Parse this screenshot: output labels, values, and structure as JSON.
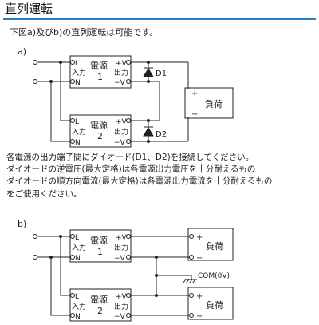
{
  "heading": {
    "title": "直列運転"
  },
  "intro": "下図a)及びb)の直列運転は可能です。",
  "fig_a": {
    "label": "a)",
    "units": [
      {
        "name_l1": "電源",
        "name_l2": "1",
        "L": "L",
        "N": "N",
        "in": "入力",
        "out": "出力",
        "pos": "+V",
        "neg": "−V"
      },
      {
        "name_l1": "電源",
        "name_l2": "2",
        "L": "L",
        "N": "N",
        "in": "入力",
        "out": "出力",
        "pos": "+V",
        "neg": "−V"
      }
    ],
    "diodes": [
      "D1",
      "D2"
    ],
    "load": {
      "label": "負荷",
      "plus": "+",
      "minus": "−"
    }
  },
  "notes": [
    "各電源の出力端子間にダイオード(D1、D2)を接続してください。",
    "ダイオードの逆電圧(最大定格)は各電源出力電圧を十分耐えるもの",
    "ダイオードの順方向電流(最大定格)は各電源出力電流を十分耐えるもの",
    "をご使用ください。"
  ],
  "fig_b": {
    "label": "b)",
    "units": [
      {
        "name_l1": "電源",
        "name_l2": "1",
        "L": "L",
        "N": "N",
        "in": "入力",
        "out": "出力",
        "pos": "+V",
        "neg": "−V"
      },
      {
        "name_l1": "電源",
        "name_l2": "2",
        "L": "L",
        "N": "N",
        "in": "入力",
        "out": "出力",
        "pos": "+V",
        "neg": "−V"
      }
    ],
    "loads": [
      {
        "label": "負荷",
        "plus": "+",
        "minus": "−"
      },
      {
        "label": "負荷",
        "plus": "+",
        "minus": "−"
      }
    ],
    "com_label": "COM(0V)"
  }
}
